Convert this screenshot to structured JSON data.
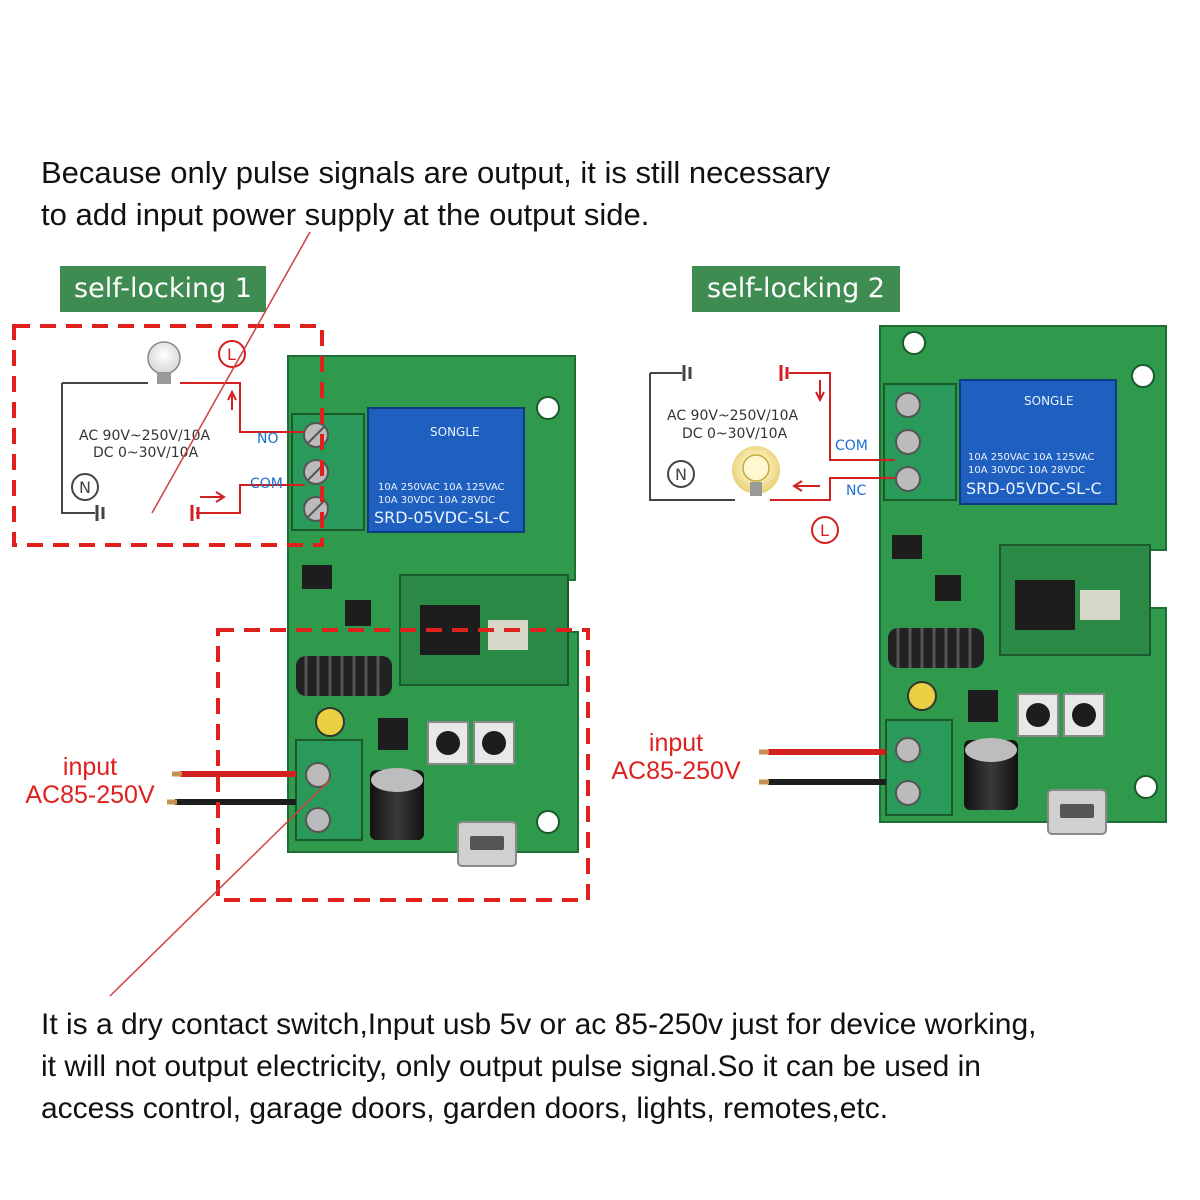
{
  "top_caption": {
    "line1": "Because only pulse signals are output, it is still necessary",
    "line2": "to add input power supply at the output side."
  },
  "bottom_caption": {
    "line1": "It is a dry contact switch,Input usb 5v or ac 85-250v just for device working,",
    "line2": "it will not output electricity, only output pulse signal.So it can be used in",
    "line3": "access control, garage doors, garden doors, lights, remotes,etc."
  },
  "mode_tags": {
    "left": "self-locking 1",
    "right": "self-locking 2"
  },
  "circuit_left": {
    "spec_line1": "AC 90V~250V/10A",
    "spec_line2": "DC 0~30V/10A",
    "terminal_top": "NO",
    "terminal_bottom": "COM",
    "neutral": "N",
    "live": "L"
  },
  "circuit_right": {
    "spec_line1": "AC 90V~250V/10A",
    "spec_line2": "DC 0~30V/10A",
    "terminal_top": "COM",
    "terminal_bottom": "NC",
    "neutral": "N",
    "live": "L"
  },
  "relay": {
    "brand": "SONGLE",
    "line1": "10A 250VAC  10A 125VAC",
    "line2": "10A  30VDC  10A  28VDC",
    "model": "SRD-05VDC-SL-C"
  },
  "input_label": {
    "line1": "input",
    "line2": "AC85-250V"
  },
  "colors": {
    "tag_green": "#3f8c52",
    "pcb_green": "#2f9a4c",
    "dash_red": "#e0201c",
    "relay_blue": "#1f5fbf",
    "terminal_green": "#2a9a5a"
  }
}
